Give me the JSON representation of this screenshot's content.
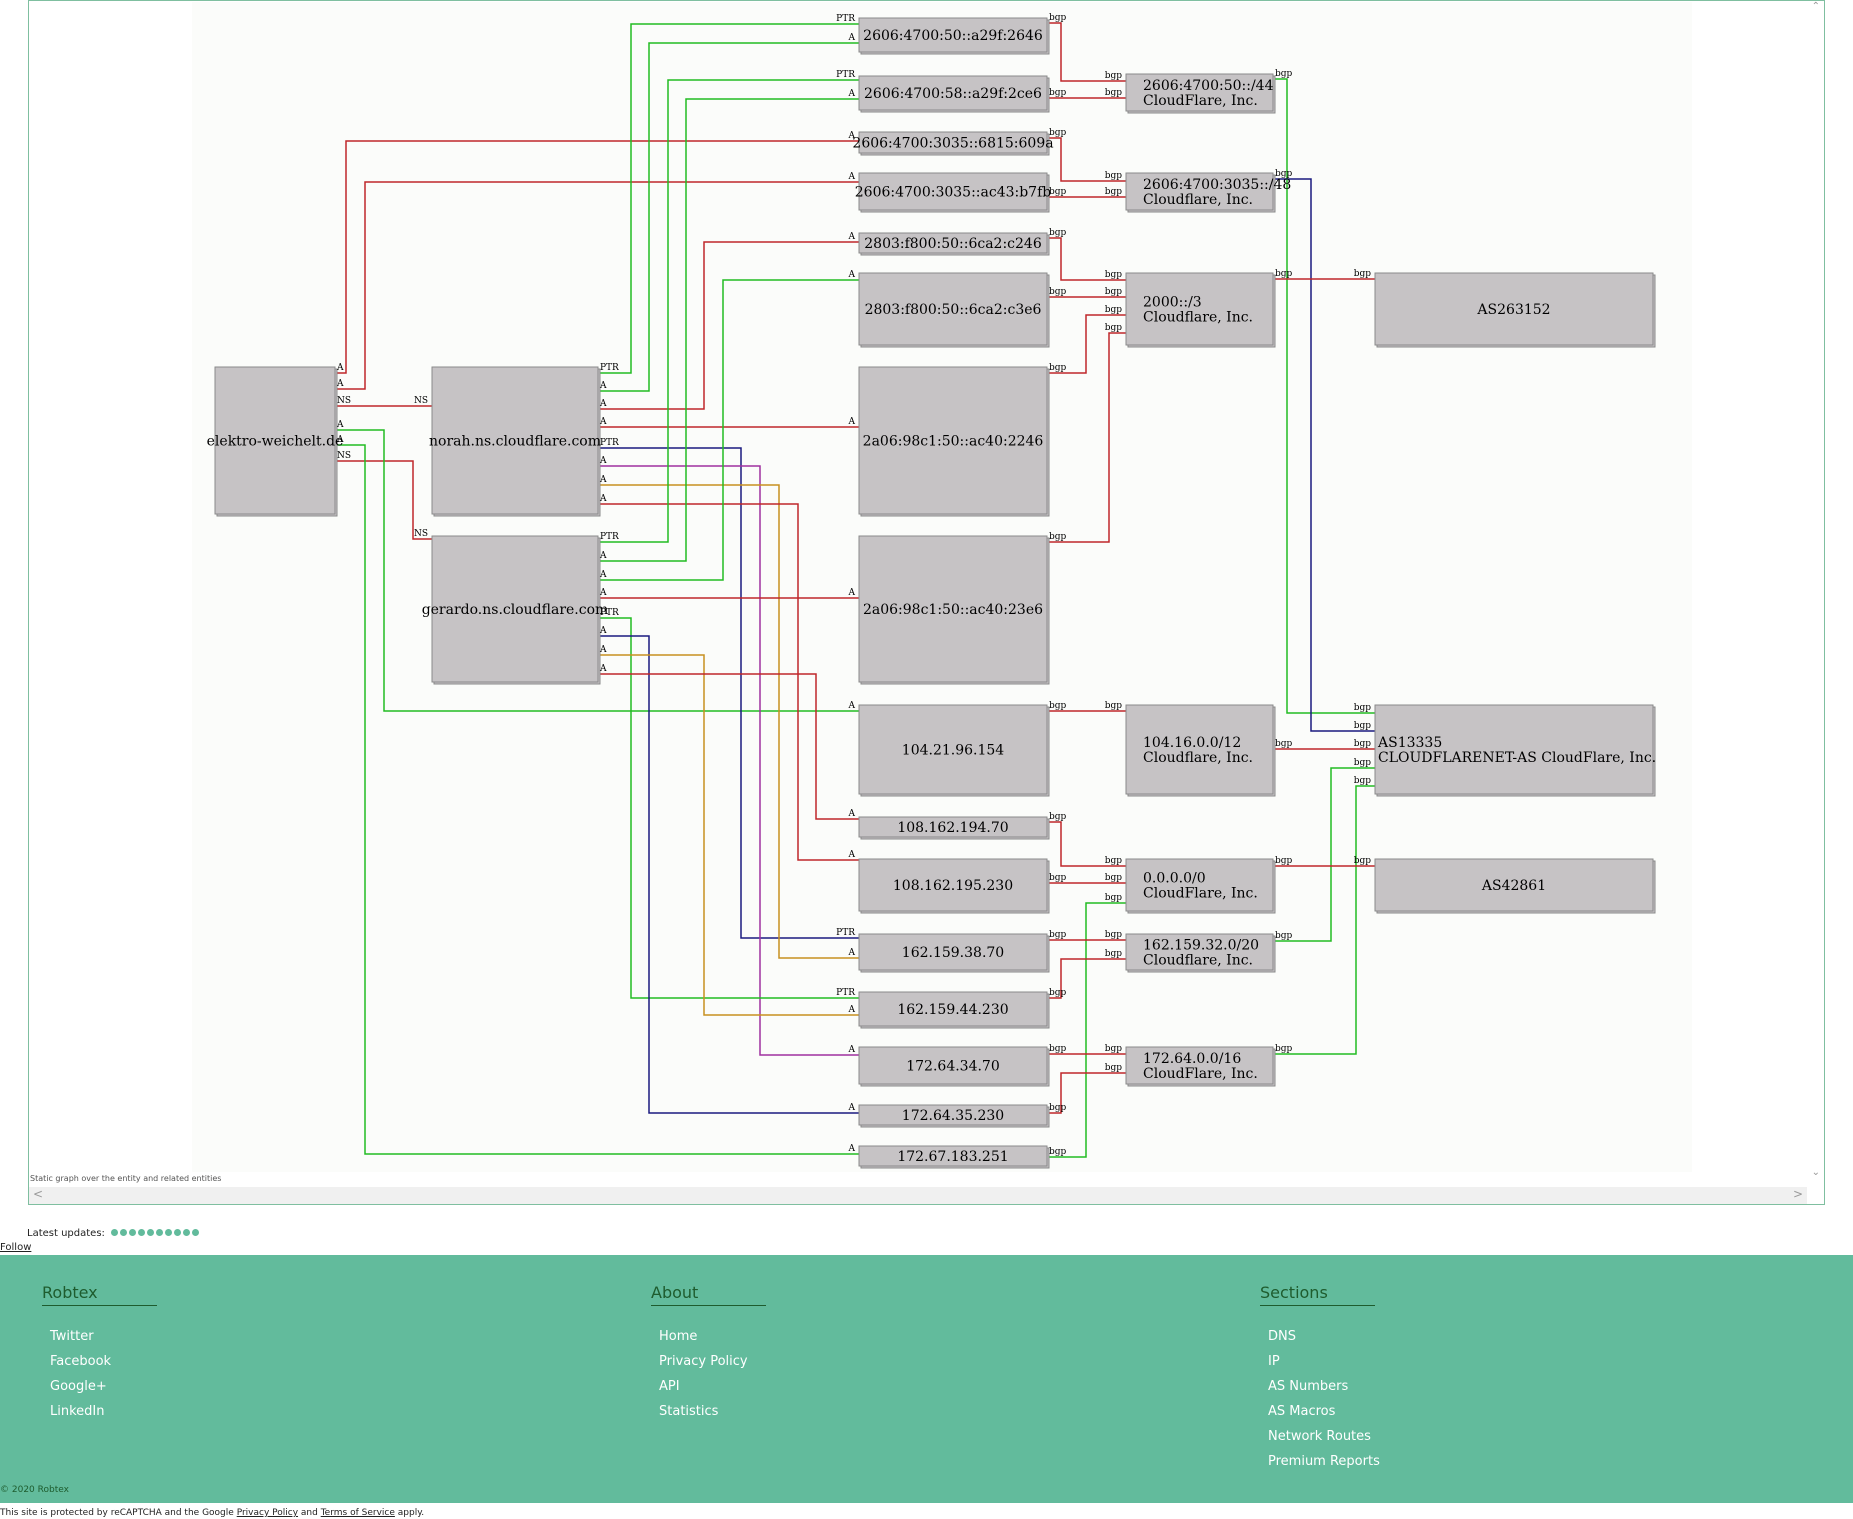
{
  "graph": {
    "caption": "Static graph over the entity and related entities",
    "colors": {
      "green": "#22bb22",
      "red": "#c0262a",
      "navy": "#1a1a80",
      "purple": "#a030a0",
      "orange": "#c89020",
      "node_fill": "#c6c3c5"
    },
    "nodes": {
      "domain": "elektro-weichelt.de",
      "ns1": "norah.ns.cloudflare.com",
      "ns2": "gerardo.ns.cloudflare.com",
      "ip1": "2606:4700:50::a29f:2646",
      "ip2": "2606:4700:58::a29f:2ce6",
      "ip3": "2606:4700:3035::6815:609a",
      "ip4": "2606:4700:3035::ac43:b7fb",
      "ip5": "2803:f800:50::6ca2:c246",
      "ip6": "2803:f800:50::6ca2:c3e6",
      "ip7": "2a06:98c1:50::ac40:2246",
      "ip8": "2a06:98c1:50::ac40:23e6",
      "ip9": "104.21.96.154",
      "ip10": "108.162.194.70",
      "ip11": "108.162.195.230",
      "ip12": "162.159.38.70",
      "ip13": "162.159.44.230",
      "ip14": "172.64.34.70",
      "ip15": "172.64.35.230",
      "ip16": "172.67.183.251",
      "r1": [
        "2606:4700:50::/44",
        "CloudFlare, Inc."
      ],
      "r2": [
        "2606:4700:3035::/48",
        "Cloudflare, Inc."
      ],
      "r3": [
        "2000::/3",
        "Cloudflare, Inc."
      ],
      "r4": [
        "104.16.0.0/12",
        "Cloudflare, Inc."
      ],
      "r5": [
        "0.0.0.0/0",
        "CloudFlare, Inc."
      ],
      "r6": [
        "162.159.32.0/20",
        "Cloudflare, Inc."
      ],
      "r7": [
        "172.64.0.0/16",
        "CloudFlare, Inc."
      ],
      "as1": "AS263152",
      "as2": [
        "AS13335",
        "CLOUDFLARENET-AS CloudFlare, Inc."
      ],
      "as3": "AS42861"
    },
    "edge_labels": {
      "a": "A",
      "ptr": "PTR",
      "ns": "NS",
      "bgp": "bgp"
    }
  },
  "latest_updates_label": "Latest updates:",
  "latest_updates_count": 10,
  "follow_label": "Follow",
  "footer": {
    "robtex": {
      "title": "Robtex",
      "links": [
        "Twitter",
        "Facebook",
        "Google+",
        "LinkedIn"
      ]
    },
    "about": {
      "title": "About",
      "links": [
        "Home",
        "Privacy Policy",
        "API",
        "Statistics"
      ]
    },
    "sections": {
      "title": "Sections",
      "links": [
        "DNS",
        "IP",
        "AS Numbers",
        "AS Macros",
        "Network Routes",
        "Premium Reports"
      ]
    },
    "copyright": "© 2020 Robtex"
  },
  "recaptcha": {
    "prefix": "This site is protected by reCAPTCHA and the Google",
    "privacy": "Privacy Policy",
    "and": "and",
    "terms": "Terms of Service",
    "suffix": "apply."
  }
}
